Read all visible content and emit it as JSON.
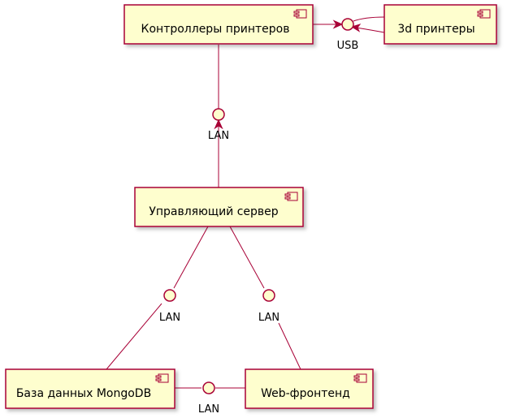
{
  "components": {
    "controllers": {
      "label": "Контроллеры принтеров"
    },
    "printers": {
      "label": "3d принтеры"
    },
    "server": {
      "label": "Управляющий сервер"
    },
    "mongodb": {
      "label": "База данных MongoDB"
    },
    "web": {
      "label": "Web-фронтенд"
    }
  },
  "interfaces": {
    "usb": {
      "label": "USB"
    },
    "lan_controllers": {
      "label": "LAN"
    },
    "lan_server_db": {
      "label": "LAN"
    },
    "lan_server_web": {
      "label": "LAN"
    },
    "lan_db_web": {
      "label": "LAN"
    }
  },
  "colors": {
    "fill": "#FEFECE",
    "stroke": "#A80036",
    "shadow": "#C8C8C8"
  }
}
